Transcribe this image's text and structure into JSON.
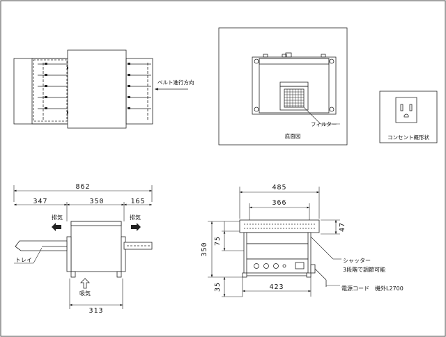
{
  "labels": {
    "belt_direction": "ベルト進行方向",
    "bottom_view": "底面図",
    "filter": "フィルター",
    "outlet_shape": "コンセント概形状",
    "exhaust_left": "排気",
    "exhaust_right": "排気",
    "intake": "吸気",
    "tray": "トレイ",
    "shutter": "シャッター",
    "shutter_note": "3段階で調節可能",
    "power_cord": "電源コード　機外L2700"
  },
  "dimensions": {
    "total_width": "862",
    "left_segment": "347",
    "center_segment": "350",
    "right_segment": "165",
    "base_width": "313",
    "front_width": "485",
    "front_inner": "366",
    "front_base": "423",
    "height": "350",
    "upper": "75",
    "top_gap": "47",
    "leg": "35"
  }
}
